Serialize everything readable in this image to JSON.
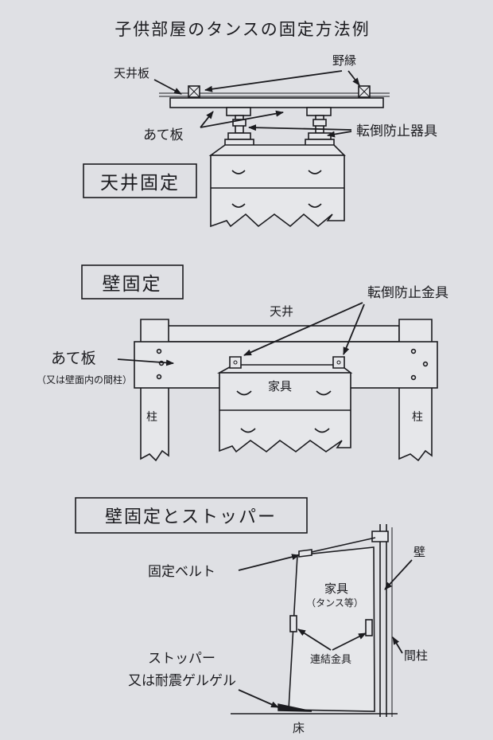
{
  "title": "子供部屋のタンスの固定方法例",
  "sections": [
    {
      "heading": "天井固定",
      "labels": {
        "ceiling_board": "天井板",
        "joist": "野縁",
        "backing_board": "あて板",
        "anti_tip_device": "転倒防止器具"
      }
    },
    {
      "heading": "壁固定",
      "labels": {
        "ceiling": "天井",
        "anti_tip_metal": "転倒防止金具",
        "backing_board": "あて板",
        "backing_note": "（又は壁面内の間柱）",
        "furniture": "家具",
        "pillar_left": "柱",
        "pillar_right": "柱"
      }
    },
    {
      "heading": "壁固定とストッパー",
      "labels": {
        "belt": "固定ベルト",
        "wall": "壁",
        "furniture": "家具",
        "furniture_note": "（タンス等）",
        "connector": "連結金具",
        "stud": "間柱",
        "stopper_line1": "ストッパー",
        "stopper_line2": "又は耐震ゲルゲル",
        "floor": "床"
      }
    }
  ]
}
